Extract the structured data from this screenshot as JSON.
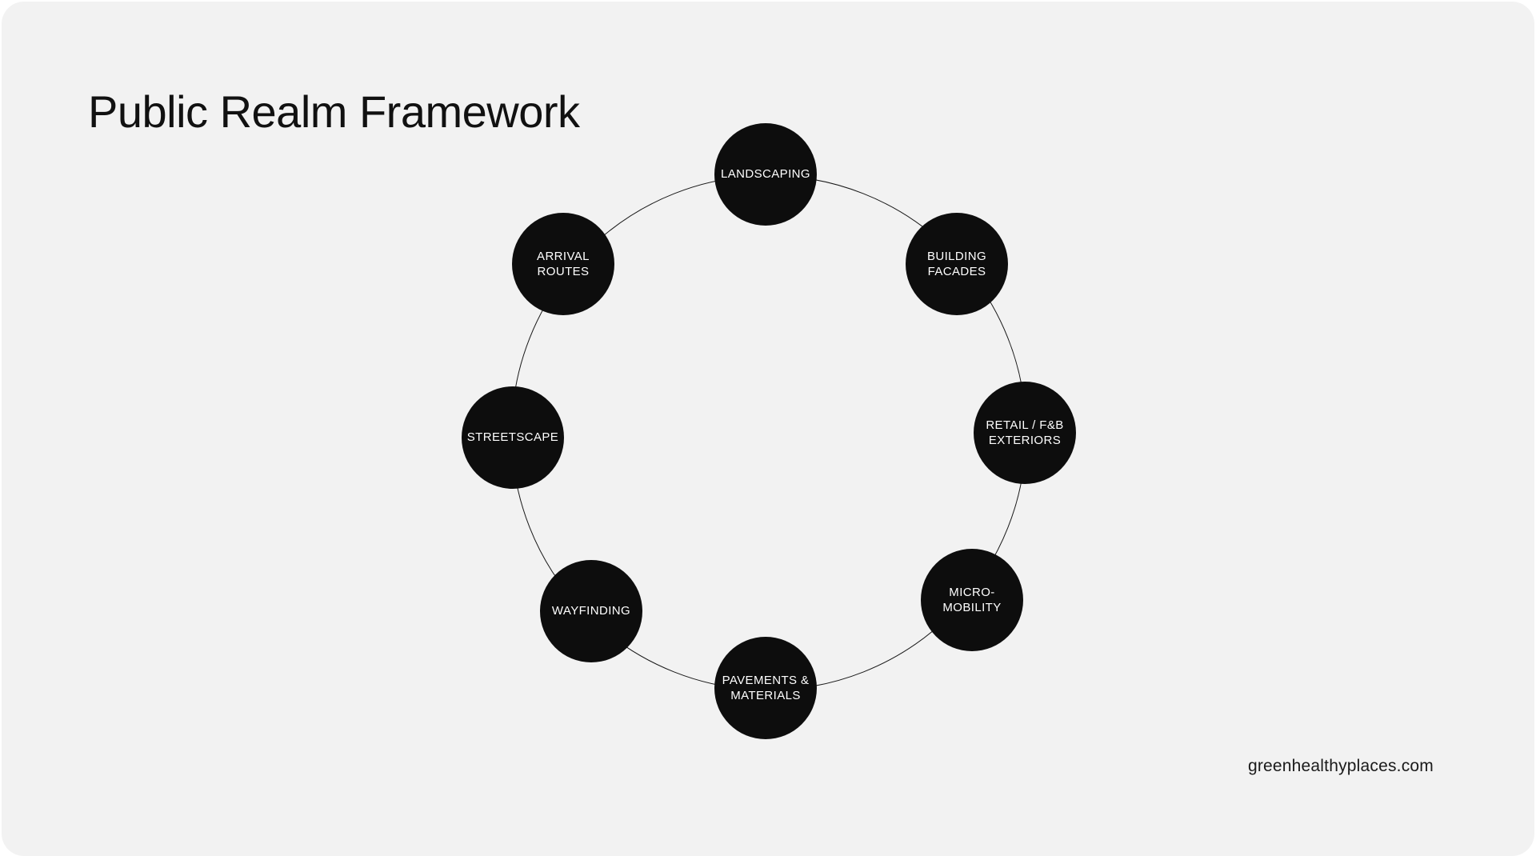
{
  "header": {
    "title": "Public Realm Framework"
  },
  "diagram": {
    "type": "circular-framework",
    "nodes": [
      {
        "id": "landscaping",
        "label": "LANDSCAPING"
      },
      {
        "id": "building-facades",
        "label": "BUILDING\nFACADES"
      },
      {
        "id": "retail-fb-exteriors",
        "label": "RETAIL / F&B\nEXTERIORS"
      },
      {
        "id": "micro-mobility",
        "label": "MICRO-\nMOBILITY"
      },
      {
        "id": "pavements-materials",
        "label": "PAVEMENTS &\nMATERIALS"
      },
      {
        "id": "wayfinding",
        "label": "WAYFINDING"
      },
      {
        "id": "streetscape",
        "label": "STREETSCAPE"
      },
      {
        "id": "arrival-routes",
        "label": "ARRIVAL\nROUTES"
      }
    ]
  },
  "footer": {
    "website": "greenhealthyplaces.com"
  },
  "colors": {
    "background": "#ffffff",
    "card": "#f2f2f2",
    "node": "#0d0d0d",
    "node_text": "#ffffff",
    "ring_line": "#1a1a1a",
    "title_text": "#111111"
  }
}
